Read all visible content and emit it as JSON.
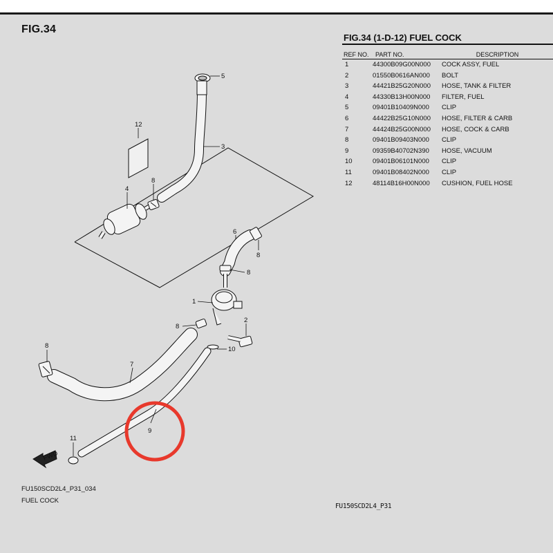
{
  "figure": {
    "label": "FIG.34",
    "table_title": "FIG.34 (1-D-12) FUEL COCK"
  },
  "table": {
    "headers": {
      "ref": "REF NO.",
      "part": "PART NO.",
      "desc": "DESCRIPTION"
    },
    "rows": [
      {
        "ref": "1",
        "part": "44300B09G00N000",
        "desc": "COCK ASSY, FUEL"
      },
      {
        "ref": "2",
        "part": "01550B0616AN000",
        "desc": "BOLT"
      },
      {
        "ref": "3",
        "part": "44421B25G20N000",
        "desc": "HOSE, TANK & FILTER"
      },
      {
        "ref": "4",
        "part": "44330B13H00N000",
        "desc": "FILTER, FUEL"
      },
      {
        "ref": "5",
        "part": "09401B10409N000",
        "desc": "CLIP"
      },
      {
        "ref": "6",
        "part": "44422B25G10N000",
        "desc": "HOSE, FILTER & CARB"
      },
      {
        "ref": "7",
        "part": "44424B25G00N000",
        "desc": "HOSE, COCK & CARB"
      },
      {
        "ref": "8",
        "part": "09401B09403N000",
        "desc": "CLIP"
      },
      {
        "ref": "9",
        "part": "09359B40702N390",
        "desc": "HOSE, VACUUM"
      },
      {
        "ref": "10",
        "part": "09401B06101N000",
        "desc": "CLIP"
      },
      {
        "ref": "11",
        "part": "09401B08402N000",
        "desc": "CLIP"
      },
      {
        "ref": "12",
        "part": "48114B16H00N000",
        "desc": "CUSHION, FUEL HOSE"
      }
    ]
  },
  "callouts": {
    "c1": "1",
    "c2": "2",
    "c3": "3",
    "c4": "4",
    "c5": "5",
    "c6": "6",
    "c7": "7",
    "c8a": "8",
    "c8b": "8",
    "c8c": "8",
    "c8d": "8",
    "c8e": "8",
    "c9": "9",
    "c10": "10",
    "c11": "11",
    "c12": "12"
  },
  "fwd_label": "FWD",
  "highlight_color": "#e8392c",
  "footer": {
    "code": "FU150SCD2L4_P31_034",
    "name": "FUEL COCK",
    "right_code": "FU150SCD2L4_P31"
  }
}
